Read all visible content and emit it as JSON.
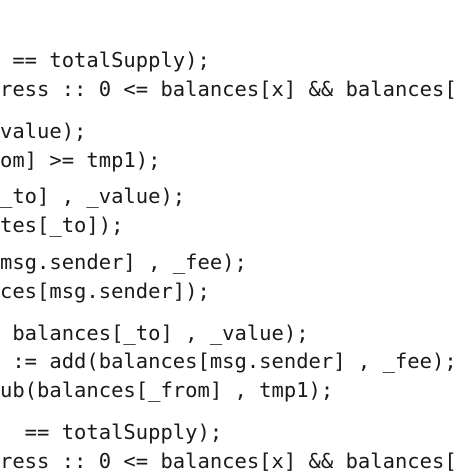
{
  "code_view": {
    "lines": [
      " == totalSupply);",
      "ress :: 0 <= balances[x] && balances[",
      "value);",
      "om] >= tmp1);",
      "_to] , _value);",
      "tes[_to]);",
      "msg.sender] , _fee);",
      "ces[msg.sender]);",
      " balances[_to] , _value);",
      " := add(balances[msg.sender] , _fee);",
      "ub(balances[_from] , tmp1);",
      "  == totalSupply);",
      "ress :: 0 <= balances[x] && balances["
    ]
  }
}
